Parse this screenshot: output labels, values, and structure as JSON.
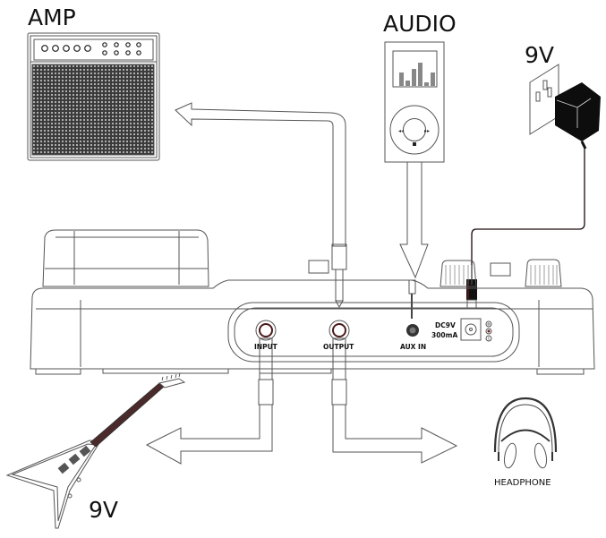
{
  "diagram": {
    "title": "Connection diagram",
    "devices": {
      "amp": {
        "label": "AMP"
      },
      "audio": {
        "label": "AUDIO"
      },
      "power_adapter": {
        "label": "9V"
      },
      "guitar": {
        "label": "9V"
      },
      "headphone": {
        "label": "HEADPHONE"
      }
    },
    "panel": {
      "input_jack": {
        "label": "INPUT"
      },
      "output_jack": {
        "label": "OUTPUT"
      },
      "aux_in_jack": {
        "label": "AUX IN"
      },
      "dc_jack": {
        "label_line1": "DC9V",
        "label_line2": "300mA"
      }
    },
    "connections": [
      {
        "from": "OUTPUT",
        "to": "AMP"
      },
      {
        "from": "AUDIO",
        "to": "AUX IN"
      },
      {
        "from": "9V adapter",
        "to": "DC9V"
      },
      {
        "from": "Guitar",
        "to": "INPUT"
      },
      {
        "from": "OUTPUT",
        "to": "HEADPHONE"
      }
    ],
    "colors": {
      "line": "#555555",
      "adapter": "#111111",
      "cable_accent": "#8a1a1a"
    }
  }
}
